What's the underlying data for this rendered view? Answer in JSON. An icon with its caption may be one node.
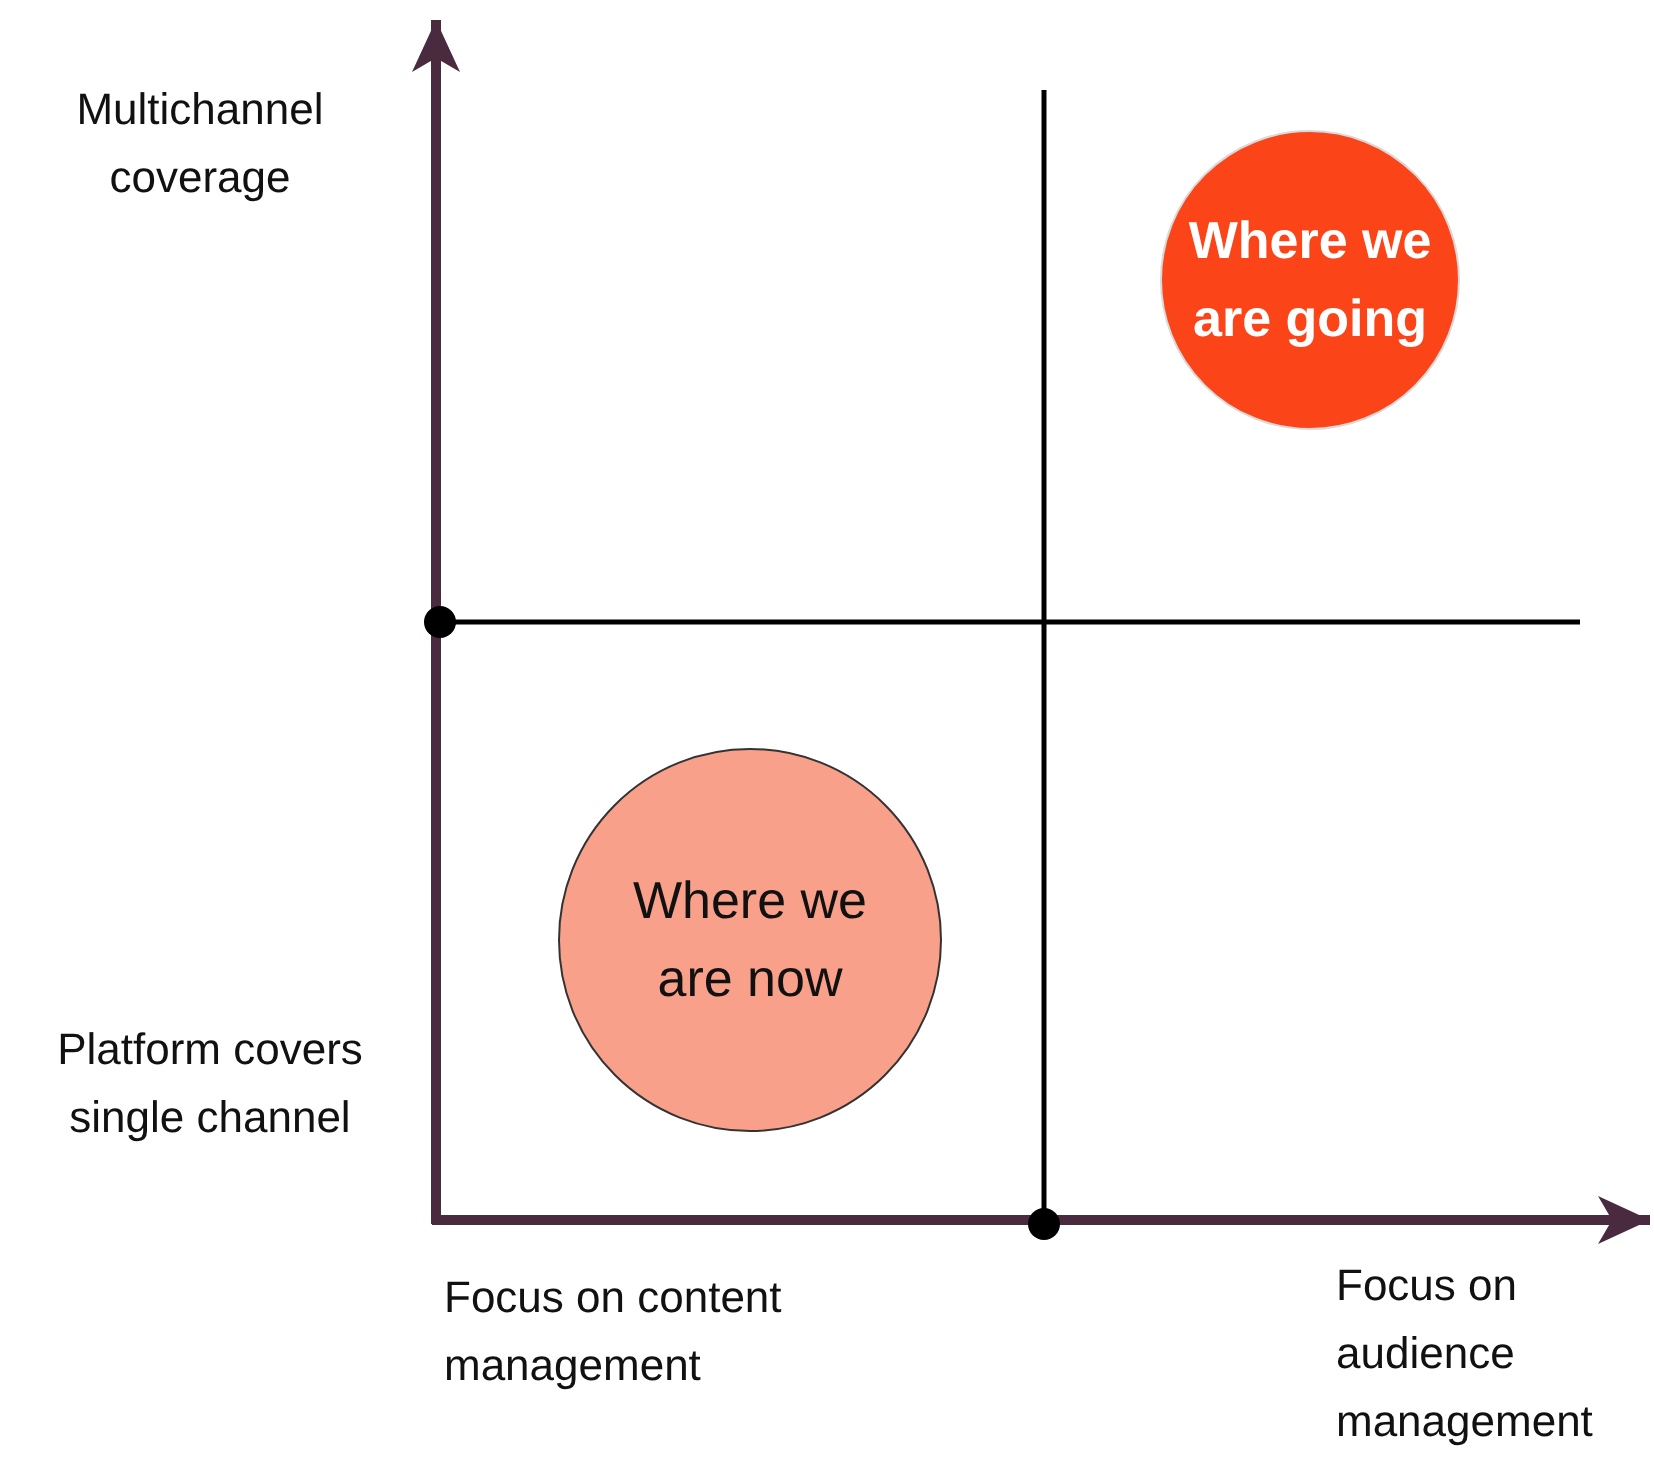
{
  "diagram": {
    "nodes": [
      {
        "text": [
          "Where we are going"
        ]
      },
      {
        "text": [
          "Where we are now"
        ]
      }
    ],
    "edges": [],
    "labels": [
      "Multichannel coverage",
      "Platform covers single channel",
      "Focus on content management",
      "Focus on audience management"
    ]
  }
}
